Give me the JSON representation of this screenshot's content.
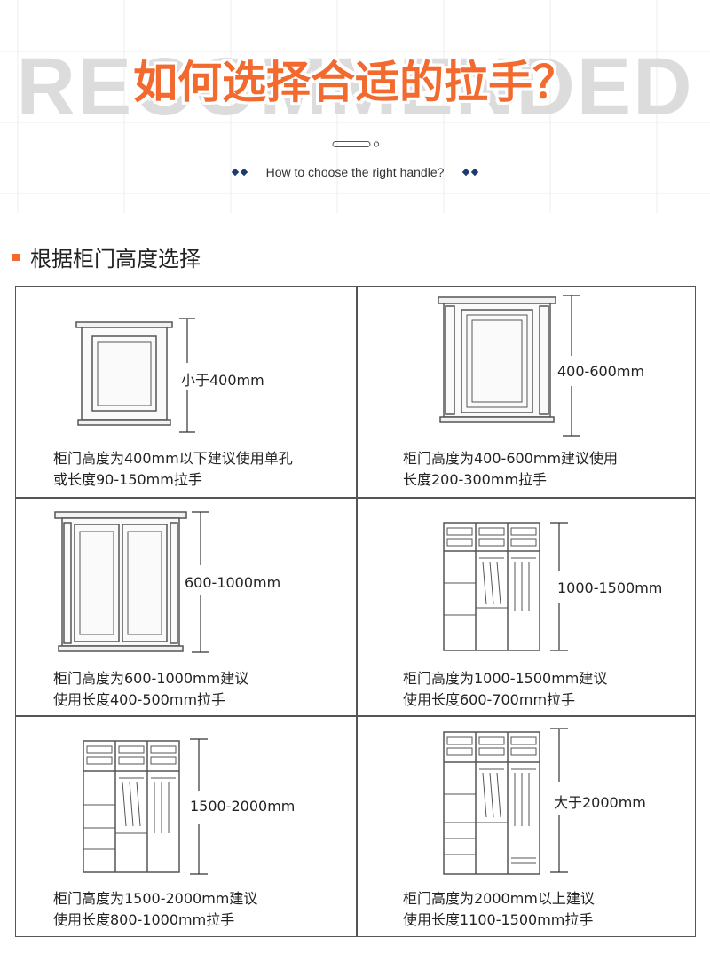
{
  "header": {
    "watermark": "RECOMMENDED",
    "title": "如何选择合适的拉手？",
    "subtitle": "How to choose the right handle?"
  },
  "section": {
    "title": "根据柜门高度选择"
  },
  "cells": [
    {
      "dim": "小于400mm",
      "line1": "柜门高度为400mm以下建议使用单孔",
      "line2": "或长度90-150mm拉手"
    },
    {
      "dim": "400-600mm",
      "line1": "柜门高度为400-600mm建议使用",
      "line2": "长度200-300mm拉手"
    },
    {
      "dim": "600-1000mm",
      "line1": "柜门高度为600-1000mm建议",
      "line2": "使用长度400-500mm拉手"
    },
    {
      "dim": "1000-1500mm",
      "line1": "柜门高度为1000-1500mm建议",
      "line2": "使用长度600-700mm拉手"
    },
    {
      "dim": "1500-2000mm",
      "line1": "柜门高度为1500-2000mm建议",
      "line2": "使用长度800-1000mm拉手"
    },
    {
      "dim": "大于2000mm",
      "line1": "柜门高度为2000mm以上建议",
      "line2": "使用长度1100-1500mm拉手"
    }
  ],
  "colors": {
    "accent": "#f26a2e",
    "diamond": "#1f3a6e"
  }
}
